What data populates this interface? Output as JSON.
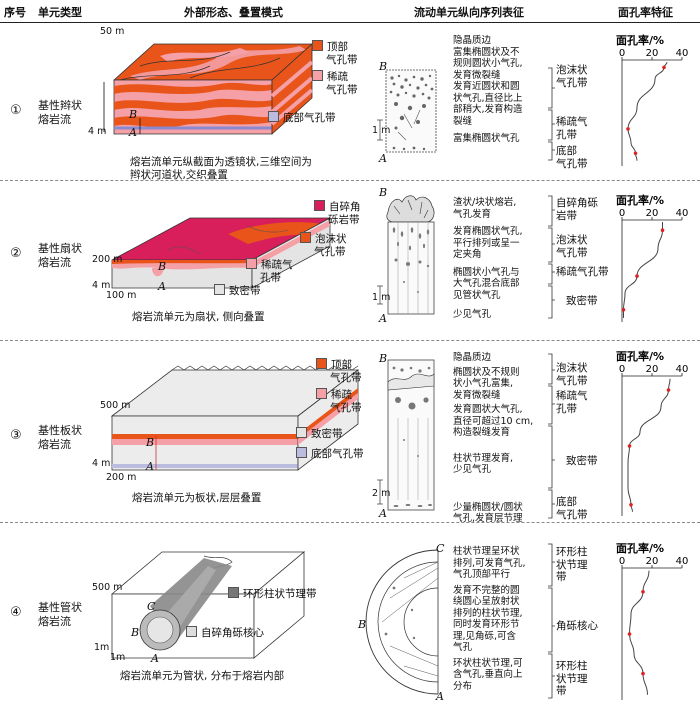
{
  "headers": {
    "no": "序号",
    "type": "单元类型",
    "morph": "外部形态、叠置模式",
    "vertical": "流动单元纵向序列表征",
    "porosity": "面孔率特征"
  },
  "porosity_title": "面孔率/%",
  "porosity_ticks": [
    "0",
    "20",
    "40"
  ],
  "scale_1m": "1 m",
  "scale_2m": "2 m",
  "rows": [
    {
      "no": "①",
      "type_l1": "基性辫状",
      "type_l2": "熔岩流",
      "scale_a": "50 m",
      "scale_b": "4 m",
      "legend": [
        {
          "l1": "顶部",
          "l2": "气孔带",
          "color": "#e8541a"
        },
        {
          "l1": "稀疏",
          "l2": "气孔带",
          "color": "#f4a0a6"
        },
        {
          "l1": "底部气孔带",
          "l2": "",
          "color": "#bcbce0"
        }
      ],
      "cap_l1": "熔岩流单元纵截面为透镜状,三维空间为",
      "cap_l2": "辫状河道状,交织叠置",
      "col_lines": [
        "隐晶质边",
        "富集椭圆状及不",
        "规则圆状小气孔,",
        "发育微裂缝",
        "发育近圆状和圆",
        "状气孔,直径比上",
        "部稍大,发育构造",
        "裂缝",
        "富集椭圆状气孔"
      ],
      "zones": [
        [
          "泡沫状",
          "气孔带"
        ],
        [
          "稀疏气",
          "孔带"
        ],
        [
          "底部",
          "气孔带"
        ]
      ],
      "curve": [
        [
          30,
          2
        ],
        [
          28,
          7
        ],
        [
          22,
          18
        ],
        [
          10,
          45
        ],
        [
          4,
          65
        ],
        [
          6,
          78
        ],
        [
          9,
          88
        ],
        [
          10,
          95
        ]
      ]
    },
    {
      "no": "②",
      "type_l1": "基性扇状",
      "type_l2": "熔岩流",
      "scale_a": "200 m",
      "scale_b": "4 m",
      "scale_c": "100 m",
      "legend": [
        {
          "l1": "自碎角",
          "l2": "砾岩带",
          "color": "#d81e5b"
        },
        {
          "l1": "泡沫状",
          "l2": "气孔带",
          "color": "#e8541a"
        },
        {
          "l1": "稀疏气",
          "l2": "孔带",
          "color": "#f4a0a6"
        },
        {
          "l1": "致密带",
          "l2": "",
          "color": "#e4e4e4"
        }
      ],
      "cap_l1": "熔岩流单元为扇状, 侧向叠置",
      "cap_l2": "",
      "col_lines": [
        "渣状/块状熔岩,",
        "气孔发育",
        "发育椭圆状气孔,",
        "平行排列或呈一",
        "定夹角",
        "椭圆状小气孔与",
        "大气孔混合底部",
        "见管状气孔",
        "少见气孔"
      ],
      "zones": [
        [
          "自碎角砾",
          "岩带"
        ],
        [
          "泡沫状",
          "气孔带"
        ],
        [
          "稀疏气孔带"
        ],
        [
          "致密带"
        ]
      ],
      "curve": [
        [
          27,
          2
        ],
        [
          27,
          10
        ],
        [
          24,
          28
        ],
        [
          10,
          55
        ],
        [
          2,
          72
        ],
        [
          1,
          88
        ],
        [
          1,
          96
        ]
      ]
    },
    {
      "no": "③",
      "type_l1": "基性板状",
      "type_l2": "熔岩流",
      "scale_a": "500 m",
      "scale_b": "4 m",
      "scale_c": "200 m",
      "legend": [
        {
          "l1": "顶部",
          "l2": "气孔带",
          "color": "#e8541a"
        },
        {
          "l1": "稀疏",
          "l2": "气孔带",
          "color": "#f4a0a6"
        },
        {
          "l1": "致密带",
          "l2": "",
          "color": "#e4e4e4"
        },
        {
          "l1": "底部气孔带",
          "l2": "",
          "color": "#bcbce0"
        }
      ],
      "cap_l1": "熔岩流单元为板状,层层叠置",
      "cap_l2": "",
      "col_lines": [
        "隐晶质边",
        "椭圆状及不规则",
        "状小气孔富集,",
        "发育微裂缝",
        "发育圆状大气孔,",
        "直径可超过10 cm,",
        "构造裂缝发育",
        "柱状节理发育,",
        "少见气孔",
        "少量椭圆状/圆状",
        "气孔,发育层节理"
      ],
      "zones": [
        [
          "泡沫状",
          "气孔带"
        ],
        [
          "稀疏气",
          "孔带"
        ],
        [
          "致密带"
        ],
        [
          "底部",
          "气孔带"
        ]
      ],
      "curve": [
        [
          32,
          2
        ],
        [
          31,
          10
        ],
        [
          26,
          22
        ],
        [
          12,
          40
        ],
        [
          5,
          50
        ],
        [
          4,
          62
        ],
        [
          4,
          80
        ],
        [
          6,
          92
        ],
        [
          7,
          97
        ]
      ]
    },
    {
      "no": "④",
      "type_l1": "基性管状",
      "type_l2": "熔岩流",
      "scale_a": "500 m",
      "scale_b": "1m",
      "scale_c": "1m",
      "legend": [
        {
          "l1": "环形柱状节理带",
          "l2": "",
          "color": "#777777"
        },
        {
          "l1": "自碎角砾核心",
          "l2": "",
          "color": "#dddddd"
        }
      ],
      "cap_l1": "熔岩流单元为管状, 分布于熔岩内部",
      "cap_l2": "",
      "col_lines": [
        "柱状节理呈环状",
        "排列,可发育气孔,",
        "气孔顶部平行",
        "发育不完整的圆",
        "绕圆心呈放射状",
        "排列的柱状节理,",
        "同时发育环形节",
        "理,见角砾,可含",
        "气孔",
        "环状柱状节理,可",
        "含气孔,垂直向上",
        "分布"
      ],
      "zones": [
        [
          "环形柱",
          "状节理",
          "带"
        ],
        [
          "角砾核心"
        ],
        [
          "环形柱",
          "状节理",
          "带"
        ]
      ],
      "curve": [
        [
          18,
          2
        ],
        [
          14,
          18
        ],
        [
          6,
          35
        ],
        [
          5,
          50
        ],
        [
          8,
          65
        ],
        [
          14,
          80
        ],
        [
          17,
          96
        ]
      ]
    }
  ]
}
